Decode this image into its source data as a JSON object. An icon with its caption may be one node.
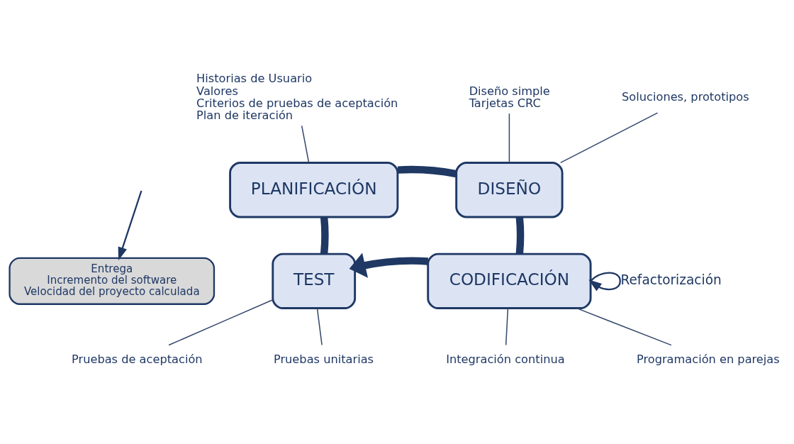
{
  "diagram": {
    "nodes": [
      {
        "text": [
          "PLANIFICACIÓN"
        ]
      },
      {
        "text": [
          "DISEÑO"
        ]
      },
      {
        "text": [
          "CODIFICACIÓN"
        ]
      },
      {
        "text": [
          "TEST"
        ]
      },
      {
        "text": [
          "Entrega",
          "Incremento del software",
          "Velocidad del proyecto calculada"
        ]
      },
      {
        "text": [
          "Historias de Usuario",
          "Valores",
          "Criterios de pruebas de aceptación",
          "Plan de iteración"
        ]
      },
      {
        "text": [
          "Diseño simple",
          "Tarjetas CRC"
        ]
      },
      {
        "text": [
          "Soluciones, prototipos"
        ]
      },
      {
        "text": [
          "Pruebas de aceptación"
        ]
      },
      {
        "text": [
          "Pruebas unitarias"
        ]
      },
      {
        "text": [
          "Integración continua"
        ]
      },
      {
        "text": [
          "Programación en parejas"
        ]
      }
    ],
    "edges": [
      {
        "from": 0,
        "to": 1,
        "arrow": "none",
        "style": "thick"
      },
      {
        "from": 1,
        "to": 2,
        "arrow": "none",
        "style": "thick"
      },
      {
        "from": 2,
        "to": 3,
        "arrow": "to",
        "style": "thick"
      },
      {
        "from": 3,
        "to": 0,
        "arrow": "none",
        "style": "thick"
      },
      {
        "from": 2,
        "to": 2,
        "arrow": "to",
        "label": "Refactorización"
      },
      {
        "from": null,
        "to": 4,
        "arrow": "to"
      },
      {
        "from": 5,
        "to": 0,
        "arrow": "none"
      },
      {
        "from": 6,
        "to": 1,
        "arrow": "none"
      },
      {
        "from": 7,
        "to": 1,
        "arrow": "none"
      },
      {
        "from": 3,
        "to": 8,
        "arrow": "none"
      },
      {
        "from": 3,
        "to": 9,
        "arrow": "none"
      },
      {
        "from": 2,
        "to": 10,
        "arrow": "none"
      },
      {
        "from": 2,
        "to": 11,
        "arrow": "none"
      }
    ]
  }
}
